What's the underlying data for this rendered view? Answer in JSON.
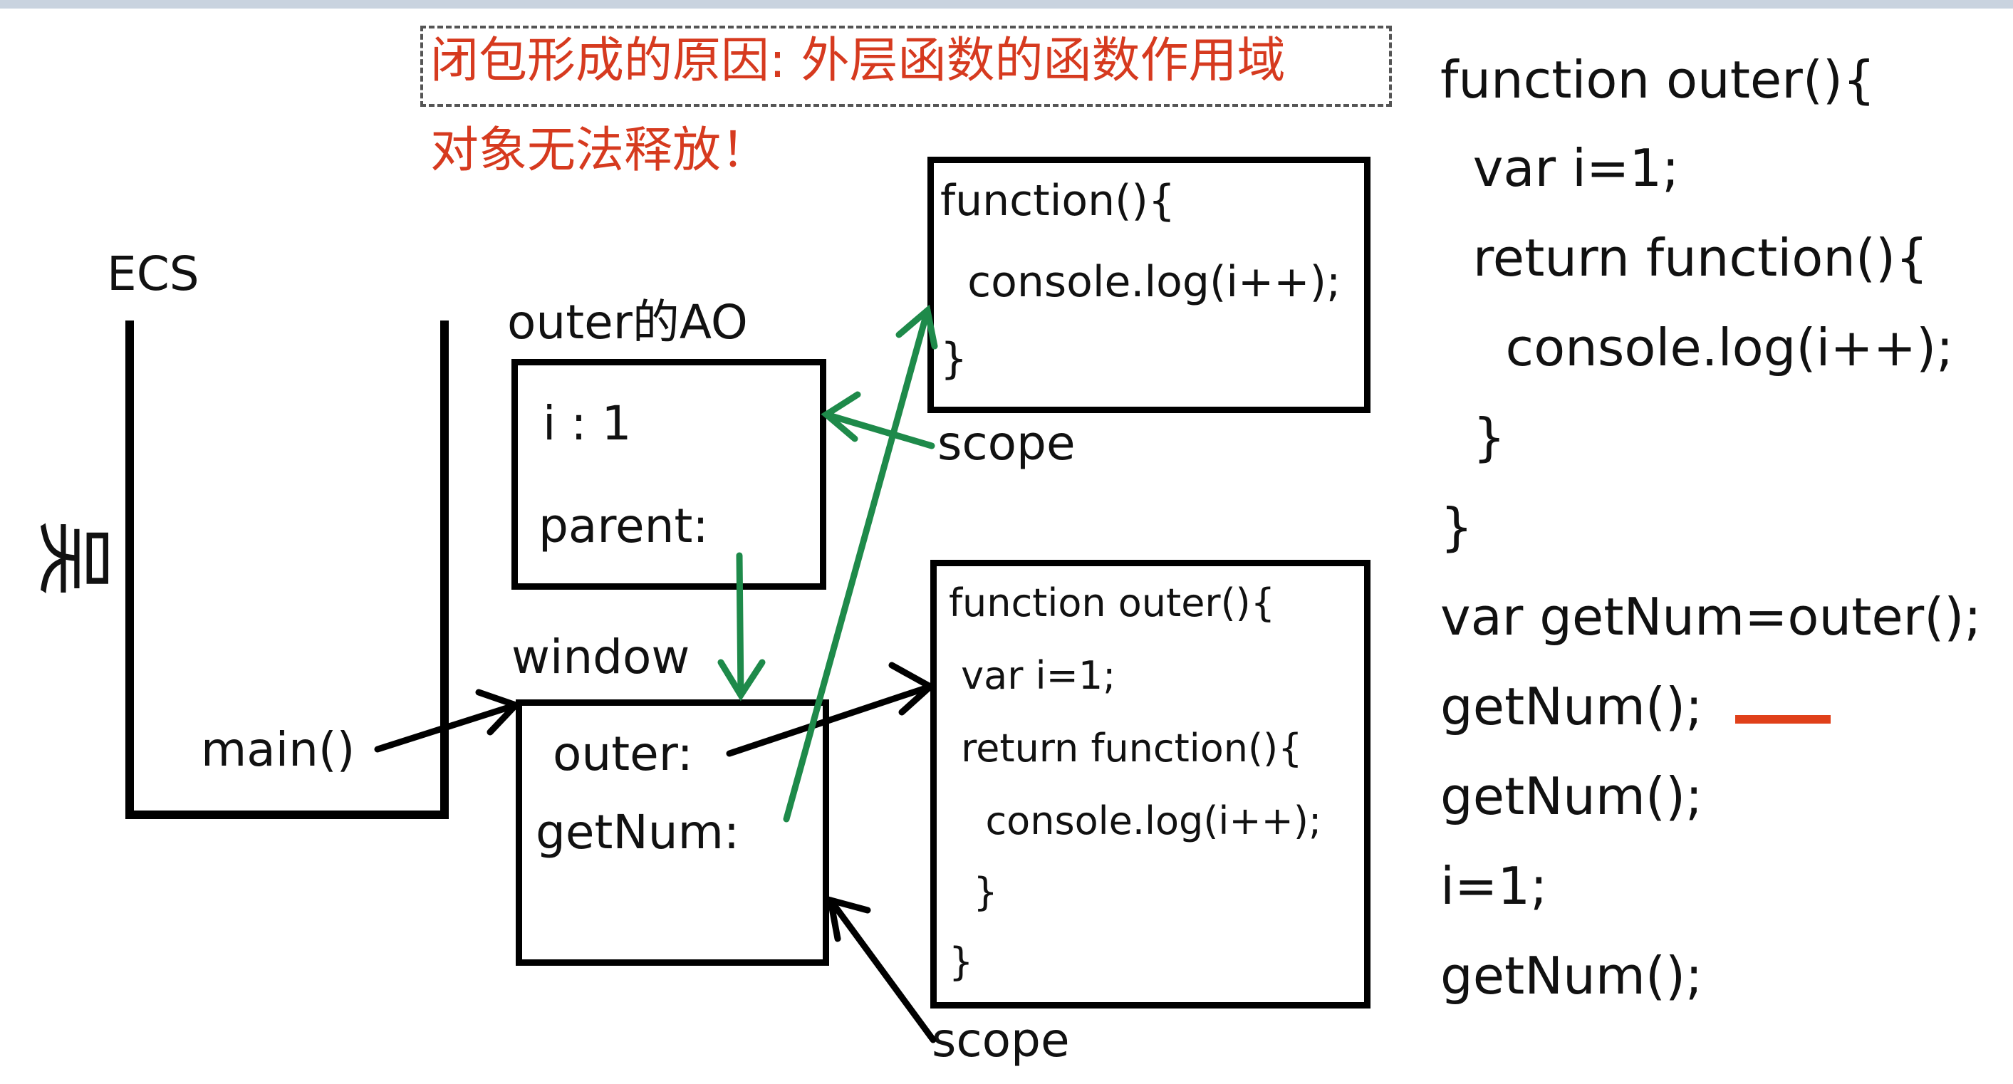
{
  "note": {
    "line1": "闭包形成的原因: 外层函数的函数作用域",
    "line2": "对象无法释放！"
  },
  "ecs": {
    "label": "ECS",
    "frame": "main()"
  },
  "outer_ao": {
    "title": "outer的AO",
    "row1": "i : 1",
    "row2": "parent:"
  },
  "window": {
    "title": "window",
    "row1": "outer:",
    "row2": "getNum:"
  },
  "inner_fn": {
    "line1": "function(){",
    "line2": "  console.log(i++);",
    "line3": "}"
  },
  "outer_fn": {
    "line1": "function outer(){",
    "line2": " var i=1;",
    "line3": " return function(){",
    "line4": "   console.log(i++);",
    "line5": "  }",
    "line6": "}"
  },
  "scope_labels": {
    "upper": "scope",
    "lower": "scope"
  },
  "code": {
    "lines": [
      "function outer(){",
      "  var i=1;",
      "  return function(){",
      "    console.log(i++);",
      "  }",
      "}",
      "var getNum=outer();",
      "getNum();",
      "getNum();",
      "i=1;",
      "getNum();"
    ]
  },
  "colors": {
    "note": "#d63a1f",
    "green_arrow": "#1e8a4a",
    "black_arrow": "#000000",
    "current_line_marker": "#e0401a"
  },
  "figure_glyph": "吴"
}
